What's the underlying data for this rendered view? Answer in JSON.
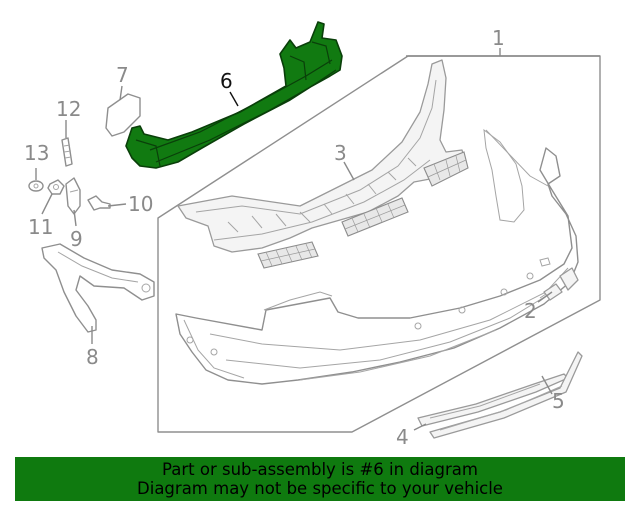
{
  "callouts": {
    "c1": "1",
    "c2": "2",
    "c3": "3",
    "c4": "4",
    "c5": "5",
    "c6": "6",
    "c7": "7",
    "c8": "8",
    "c9": "9",
    "c10": "10",
    "c11": "11",
    "c12": "12",
    "c13": "13"
  },
  "highlighted_part": "6",
  "colors": {
    "highlight": "#117a11",
    "banner_bg": "#0f7a0f",
    "line_art": "#8f8f8f"
  },
  "banner": {
    "line1": "Part or sub-assembly is #6 in diagram",
    "line2": "Diagram may not be specific to your vehicle"
  }
}
